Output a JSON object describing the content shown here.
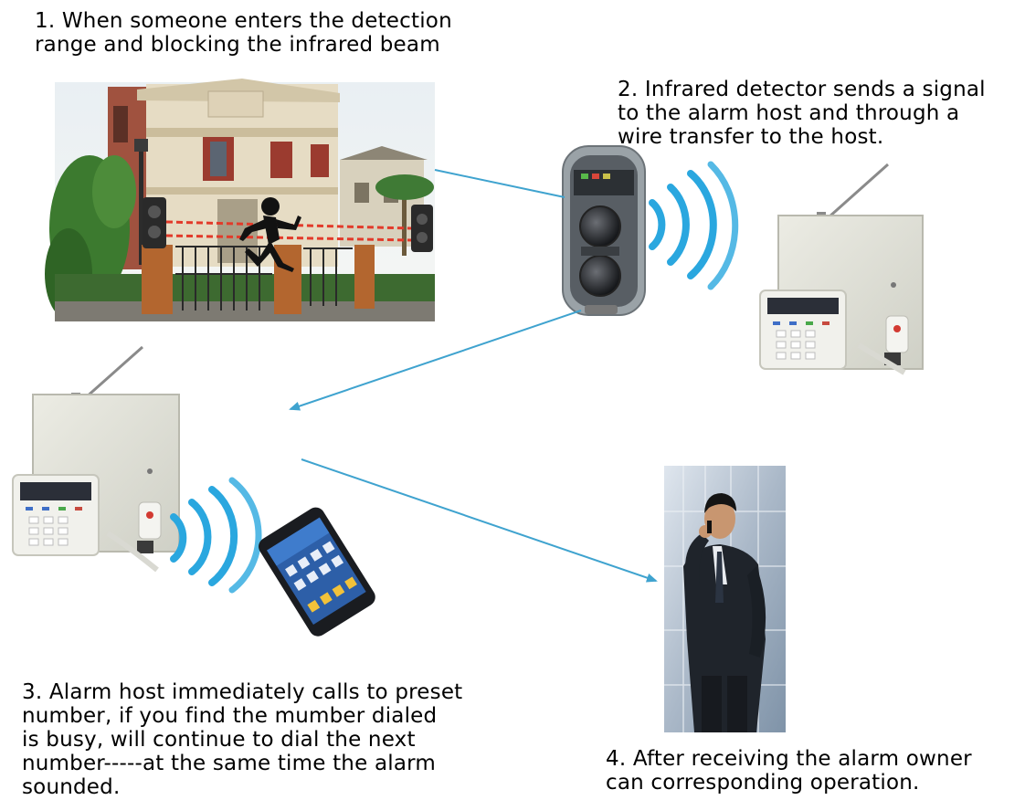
{
  "steps": [
    {
      "id": "step1",
      "lines": [
        "1. When someone enters the detection",
        "range and blocking the infrared beam"
      ]
    },
    {
      "id": "step2",
      "lines": [
        "2. Infrared detector sends a signal",
        "to the alarm host and through a",
        "wire transfer to the host."
      ]
    },
    {
      "id": "step3",
      "lines": [
        "3. Alarm host immediately calls to preset",
        "number, if you find the mumber dialed",
        "is busy, will continue to dial the next",
        "number-----at the same time the alarm",
        "sounded."
      ]
    },
    {
      "id": "step4",
      "lines": [
        "4. After receiving the alarm owner",
        "can corresponding operation."
      ]
    }
  ],
  "illustrations": [
    "house-scene-with-intruder",
    "infrared-beam-detector",
    "alarm-host-panel",
    "alarm-host-panel",
    "mobile-phone",
    "businessman-on-phone"
  ],
  "colors": {
    "arrow": "#3fa3cf",
    "signal_waves": "#2aa7df",
    "beam": "#e23a2a",
    "text": "#000000"
  }
}
